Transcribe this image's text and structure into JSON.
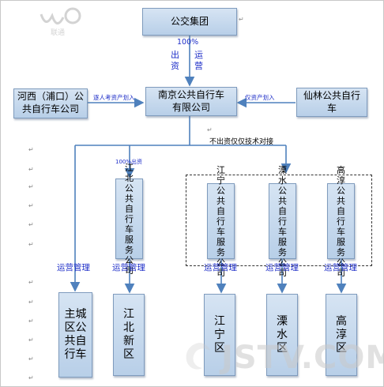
{
  "nodes": {
    "bus_group": "公交集团",
    "nanjing": "南京公共自行车有限公司",
    "hexi": "河西（浦口）公共自行车公司",
    "xianlin": "仙林公共自行车",
    "jiangbei_co": "江北公共自行车服务公司",
    "jiangning_co": "江宁公共自行车服务公司",
    "lishui_co": "溧水公共自行车服务公司",
    "gaochun_co": "高淳公共自行车服务公司",
    "main_city": "主城区公共自行车",
    "jiangbei_area": "江北新区",
    "jiangning_area": "江宁区",
    "lishui_area": "溧水区",
    "gaochun_area": "高淳区"
  },
  "edges": {
    "top": [
      "100%",
      "出",
      "运",
      "资",
      "营"
    ],
    "hexi_label": "逐人考资产划入",
    "xianlin_label": "仅资产划入",
    "no_capital": "不出资仅仅技术对接",
    "jiangbei_pct": "100%出资",
    "ops": [
      "运营管理",
      "运营管理",
      "运营管理",
      "运营管理",
      "运营管理"
    ]
  },
  "watermark": {
    "logo_text": "联通",
    "site": "JSTV.COM"
  },
  "colors": {
    "box_fill": "#c6d8ee",
    "box_border": "#7f9bbd",
    "connector": "#4f81bd",
    "label_blue": "#1f2fc8"
  }
}
